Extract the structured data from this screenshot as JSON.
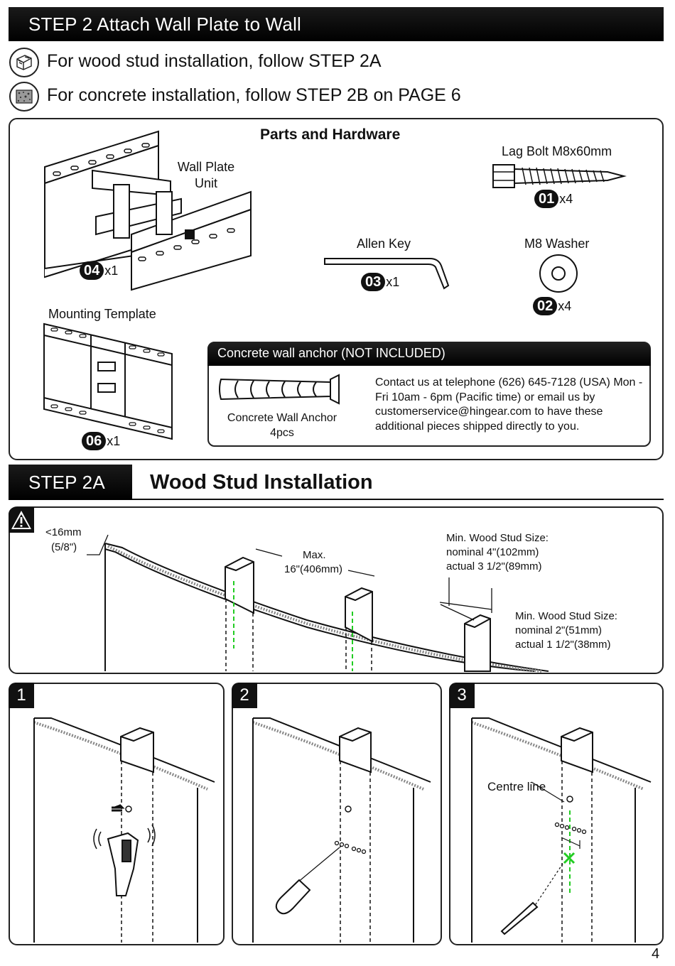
{
  "step2": {
    "title": "STEP 2 Attach Wall Plate to Wall"
  },
  "install": {
    "wood_line": "For wood stud installation, follow STEP 2A",
    "concrete_line": "For concrete installation, follow STEP 2B on PAGE 6"
  },
  "hardware": {
    "title": "Parts and Hardware",
    "wall_plate": {
      "label": "Wall Plate Unit",
      "code": "04",
      "qty": "x1"
    },
    "lag_bolt": {
      "label": "Lag Bolt M8x60mm",
      "code": "01",
      "qty": "x4"
    },
    "allen_key": {
      "label": "Allen Key",
      "code": "03",
      "qty": "x1"
    },
    "washer": {
      "label": "M8 Washer",
      "code": "02",
      "qty": "x4"
    },
    "template": {
      "label": "Mounting Template",
      "code": "06",
      "qty": "x1"
    }
  },
  "anchor": {
    "header": "Concrete wall anchor (NOT INCLUDED)",
    "item_label": "Concrete Wall Anchor",
    "item_qty": "4pcs",
    "contact": "Contact us at telephone (626) 645-7128 (USA) Mon - Fri 10am - 6pm (Pacific time) or email us by customerservice@hingear.com to have these additional pieces shipped directly to you."
  },
  "step2a": {
    "tab": "STEP 2A",
    "title": "Wood Stud Installation"
  },
  "studs": {
    "drywall_line1": "<16mm",
    "drywall_line2": "(5/8\")",
    "spacing_line1": "Max.",
    "spacing_line2": "16\"(406mm)",
    "big_line1": "Min. Wood Stud Size:",
    "big_line2": "nominal 4\"(102mm)",
    "big_line3": "actual 3 1/2\"(89mm)",
    "small_line1": "Min. Wood Stud Size:",
    "small_line2": "nominal 2\"(51mm)",
    "small_line3": "actual 1 1/2\"(38mm)"
  },
  "panels": {
    "p1": "1",
    "p2": "2",
    "p3": "3",
    "centre_line": "Centre line"
  },
  "page_number": "4",
  "colors": {
    "dark": "#141414",
    "green_dash": "#22cc22"
  }
}
